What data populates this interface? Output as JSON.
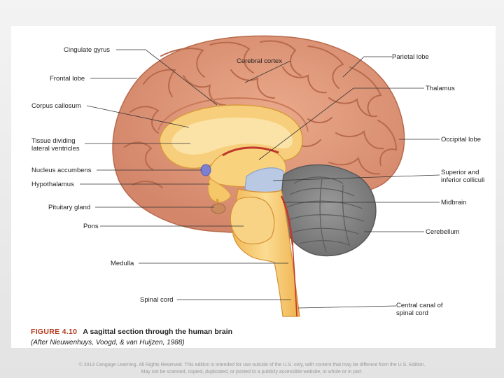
{
  "labels": {
    "cingulate_gyrus": "Cingulate gyrus",
    "frontal_lobe": "Frontal lobe",
    "corpus_callosum": "Corpus callosum",
    "tissue_dividing_1": "Tissue dividing",
    "tissue_dividing_2": "lateral ventricles",
    "nucleus_accumbens": "Nucleus accumbens",
    "hypothalamus": "Hypothalamus",
    "pituitary_gland": "Pituitary gland",
    "pons": "Pons",
    "medulla": "Medulla",
    "spinal_cord": "Spinal cord",
    "cerebral_cortex": "Cerebral cortex",
    "parietal_lobe": "Parietal lobe",
    "thalamus": "Thalamus",
    "occipital_lobe": "Occipital lobe",
    "colliculi_1": "Superior and",
    "colliculi_2": "inferior colliculi",
    "midbrain": "Midbrain",
    "cerebellum": "Cerebellum",
    "central_canal_1": "Central canal of",
    "central_canal_2": "spinal cord"
  },
  "caption": {
    "figure_number": "FIGURE 4.10",
    "title": "A sagittal section through the human brain",
    "credit": "(After Nieuwenhuys, Voogd, & van Huijzen, 1988)"
  },
  "copyright": {
    "line1": "© 2013 Cengage Learning. All Rights Reserved. This edition is intended for use outside of the U.S. only, with content that may be different from the U.S. Edition.",
    "line2": "May not be scanned, copied, duplicated, or posted to a publicly accessible website, in whole or in part."
  },
  "colors": {
    "cortex": "#e19a7a",
    "sulcus": "#b86a4c",
    "white_matter": "#f7cf7c",
    "brainstem": "#f6c96c",
    "cerebellum": "#8a8a8a",
    "colliculi": "#b9c9e4",
    "caption_accent": "#b33a1f"
  }
}
